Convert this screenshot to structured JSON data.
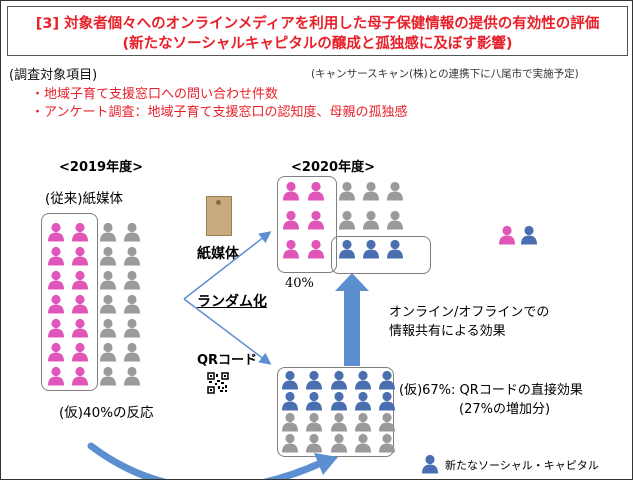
{
  "title": {
    "line1": "[3] 対象者個々へのオンラインメディアを利用した母子保健情報の提供の有効性の評価",
    "line2": "(新たなソーシャルキャピタルの醸成と孤独感に及ぼす影響)"
  },
  "survey": {
    "heading": "(調査対象項目)",
    "note": "(キャンサースキャン(株)との連携下に八尾市で実施予定)",
    "items": [
      "・地域子育て支援窓口への問い合わせ件数",
      "・アンケート調査：地域子育て支援窓口の認知度、母親の孤独感"
    ]
  },
  "year2019": {
    "label": "<2019年度>",
    "media_label": "(従来)紙媒体",
    "response": "(仮)40%の反応"
  },
  "year2020": {
    "label": "<2020年度>",
    "paper_pct": "40%",
    "qr_effect": "(仮)67%: QRコードの直接効果",
    "qr_increase": "(27%の増加分)"
  },
  "labels": {
    "paper": "紙媒体",
    "random": "ランダム化",
    "qr": "QRコード",
    "online_effect_1": "オンライン/オフラインでの",
    "online_effect_2": "情報共有による効果",
    "legend": "新たなソーシャル・キャピタル"
  },
  "colors": {
    "pink": "#e055b8",
    "blue": "#4a6fb0",
    "gray": "#9a9a9a",
    "title_red": "#e8202a",
    "arrow_blue": "#5b8fd0"
  }
}
